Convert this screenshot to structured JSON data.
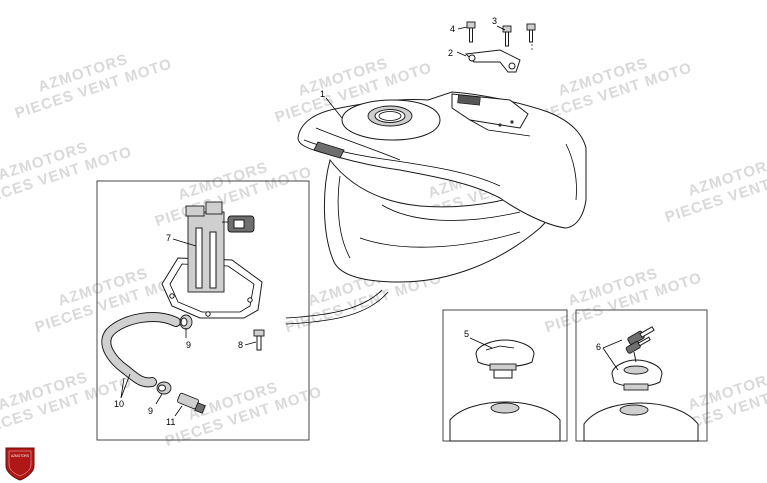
{
  "watermark": {
    "brand": "AZMOTORS",
    "line2": "PIECES VENT MOTO"
  },
  "callouts": {
    "c1": "1",
    "c2": "2",
    "c3": "3",
    "c4": "4",
    "c5": "5",
    "c6": "6",
    "c7": "7",
    "c8": "8",
    "c9a": "9",
    "c9b": "9",
    "c10": "10",
    "c11": "11"
  },
  "logo": {
    "text": "AZMOTORS",
    "color": "#b01818"
  },
  "colors": {
    "line": "#1a1a1a",
    "watermark": "#d9d9d9",
    "shade": "#cfcfcf"
  }
}
